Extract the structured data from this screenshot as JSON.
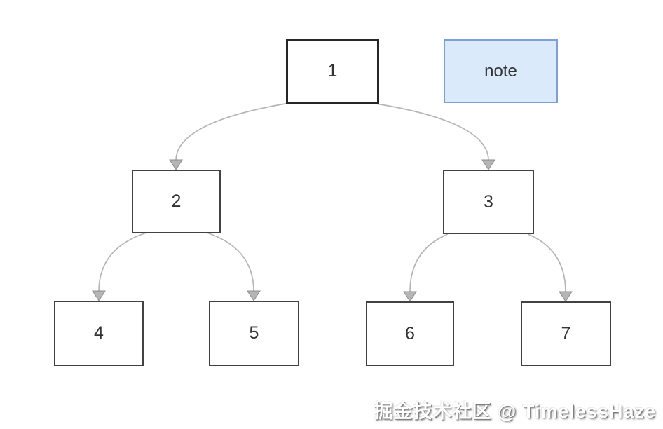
{
  "diagram": {
    "type": "binary-tree",
    "nodes": [
      {
        "id": "1",
        "label": "1",
        "is_root": true
      },
      {
        "id": "2",
        "label": "2",
        "is_root": false
      },
      {
        "id": "3",
        "label": "3",
        "is_root": false
      },
      {
        "id": "4",
        "label": "4",
        "is_root": false
      },
      {
        "id": "5",
        "label": "5",
        "is_root": false
      },
      {
        "id": "6",
        "label": "6",
        "is_root": false
      },
      {
        "id": "7",
        "label": "7",
        "is_root": false
      }
    ],
    "edges": [
      {
        "from": "1",
        "to": "2"
      },
      {
        "from": "1",
        "to": "3"
      },
      {
        "from": "2",
        "to": "4"
      },
      {
        "from": "2",
        "to": "5"
      },
      {
        "from": "3",
        "to": "6"
      },
      {
        "from": "3",
        "to": "7"
      }
    ],
    "note": {
      "label": "note"
    }
  },
  "colors": {
    "background": "#ffffff",
    "node_border": "#424242",
    "root_border": "#262626",
    "edge": "#b5b5b5",
    "arrowhead": "#a3a3a3",
    "note_fill": "#dbeafa",
    "note_border": "#7f9fd8",
    "text": "#333333"
  },
  "watermark": {
    "text": "掘金技术社区 @ TimelessHaze"
  }
}
